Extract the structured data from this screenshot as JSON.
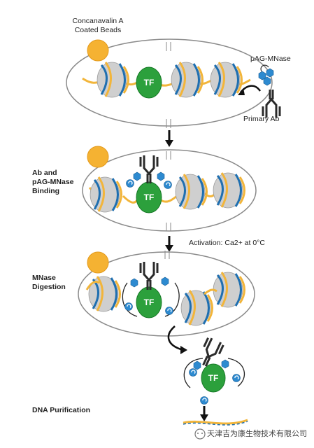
{
  "labels": {
    "beads_line1": "Concanavalin A",
    "beads_line2": "Coated Beads",
    "pag_mnase": "pAG-MNase",
    "primary_ab": "Primary Ab",
    "binding_line1": "Ab and",
    "binding_line2": "pAG-MNase",
    "binding_line3": "Binding",
    "activation": "Activation: Ca2+ at 0°C",
    "digestion_line1": "MNase",
    "digestion_line2": "Digestion",
    "purification": "DNA Purification",
    "tf": "TF",
    "watermark": "天津吉为康生物技术有限公司"
  },
  "icons": [
    "bead-icon",
    "nucleosome-icon",
    "antibody-icon",
    "mnase-icon",
    "arrow-down-icon",
    "wechat-icon"
  ],
  "colors": {
    "bead": "#f5b232",
    "bead_edge": "#e39a1c",
    "tf_fill": "#2ca03c",
    "tf_edge": "#187a28",
    "nucleosome": "#cfcfcf",
    "nucleosome_edge": "#9c9c9c",
    "dna_blue": "#1f6fb0",
    "dna_yellow": "#f2b53a",
    "mnase": "#2d8ad0",
    "antibody": "#2b2b2b"
  }
}
